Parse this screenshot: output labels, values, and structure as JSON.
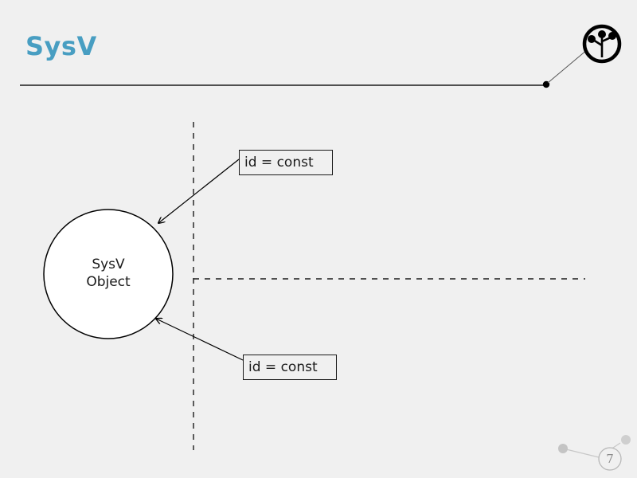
{
  "slide": {
    "title": "SysV",
    "background_color": "#f0f0f0",
    "title_color": "#489ec2",
    "page_number": "7"
  },
  "logo": {
    "name": "sprout-logo",
    "description": "circular outline with plant sprout symbol"
  },
  "diagram": {
    "node": {
      "label_line1": "SysV",
      "label_line2": "Object",
      "shape": "circle",
      "fill": "#ffffff",
      "stroke": "#000000"
    },
    "annotations": [
      {
        "text": "id = const"
      },
      {
        "text": "id = const"
      }
    ],
    "separator_lines": {
      "vertical_dashed": true,
      "horizontal_dashed": true
    }
  }
}
